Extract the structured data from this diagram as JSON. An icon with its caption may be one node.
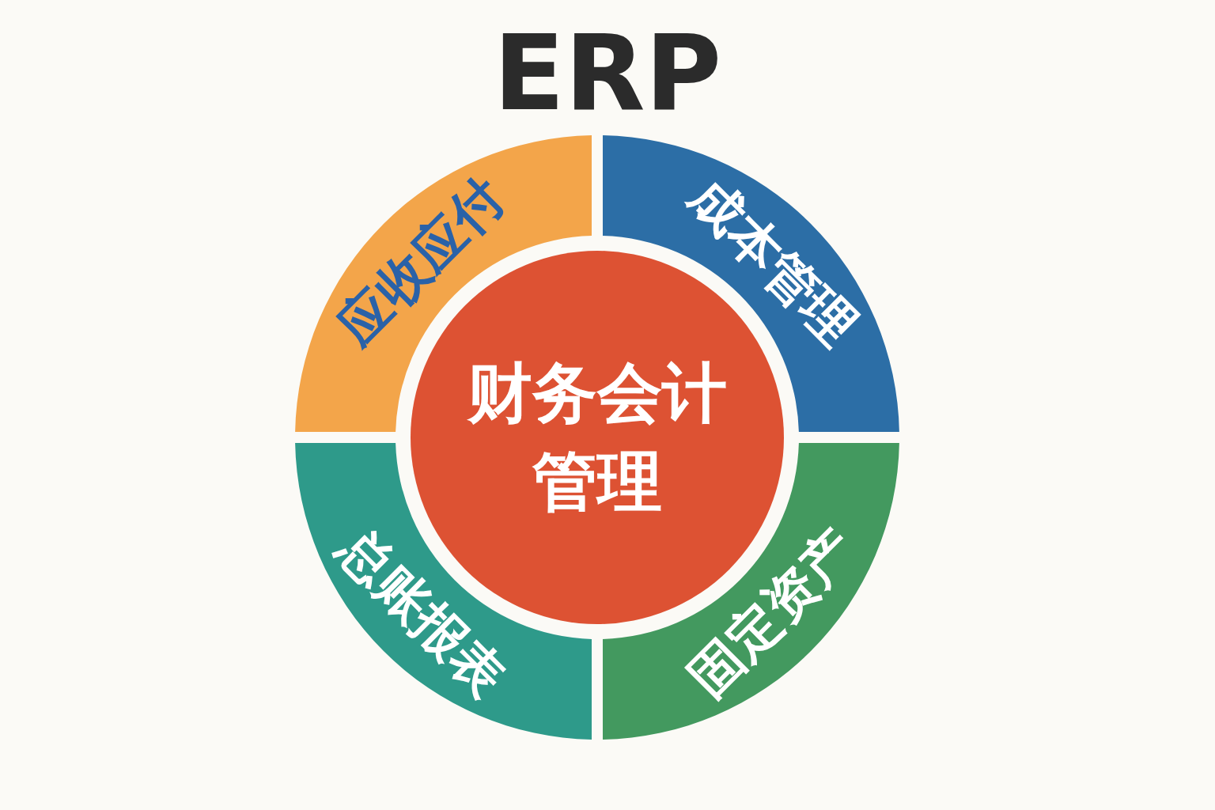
{
  "diagram": {
    "title": "ERP",
    "nodes": [
      {
        "text": [
          "应收应付"
        ]
      },
      {
        "text": [
          "成本管理"
        ]
      },
      {
        "text": [
          "财务会计管理"
        ]
      },
      {
        "text": [
          "总账报表"
        ]
      },
      {
        "text": [
          "固定资产"
        ]
      }
    ]
  }
}
